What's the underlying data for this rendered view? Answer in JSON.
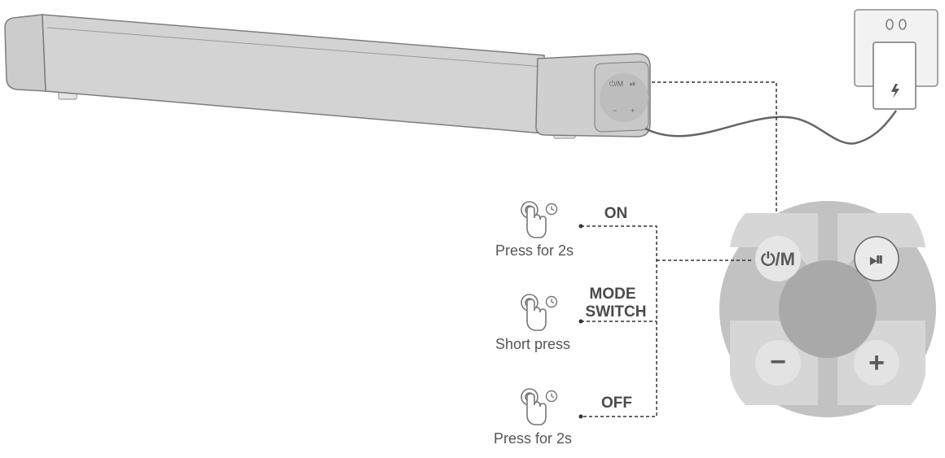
{
  "soundbar": {
    "panel_labels": [
      "⏻/M",
      "⏯",
      "−",
      "+"
    ]
  },
  "control_panel": {
    "power_mode": "⏻/M",
    "play_pause": "⏯",
    "volume_down": "−",
    "volume_up": "+"
  },
  "actions": [
    {
      "gesture": "Press for 2s",
      "result": "ON"
    },
    {
      "gesture": "Short press",
      "result": "MODE",
      "result_line2": "SWITCH"
    },
    {
      "gesture": "Press for 2s",
      "result": "OFF"
    }
  ],
  "icons": {
    "finger": "finger-press-icon",
    "clock": "clock-icon",
    "charge": "lightning-icon"
  },
  "colors": {
    "body": "#d4d4d4",
    "panel_ring": "#c2c2c2",
    "panel_button": "#d6d6d6",
    "panel_center": "#a9a9a9",
    "line": "#333333"
  }
}
